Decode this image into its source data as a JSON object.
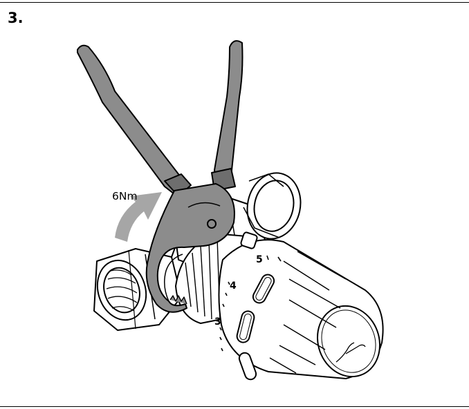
{
  "step": {
    "number": "3."
  },
  "annotation": {
    "torque": "6Nm"
  },
  "dial": {
    "labels": [
      "3",
      "4",
      "5"
    ]
  },
  "colors": {
    "line": "#000000",
    "tool": "#8c8c8c",
    "tool_dark": "#6e6e6e",
    "arrow": "#a6a6a6",
    "body": "#ffffff"
  },
  "icons": {
    "logo": "danfoss-logo",
    "arrow": "curved-rotation-arrow-icon"
  }
}
